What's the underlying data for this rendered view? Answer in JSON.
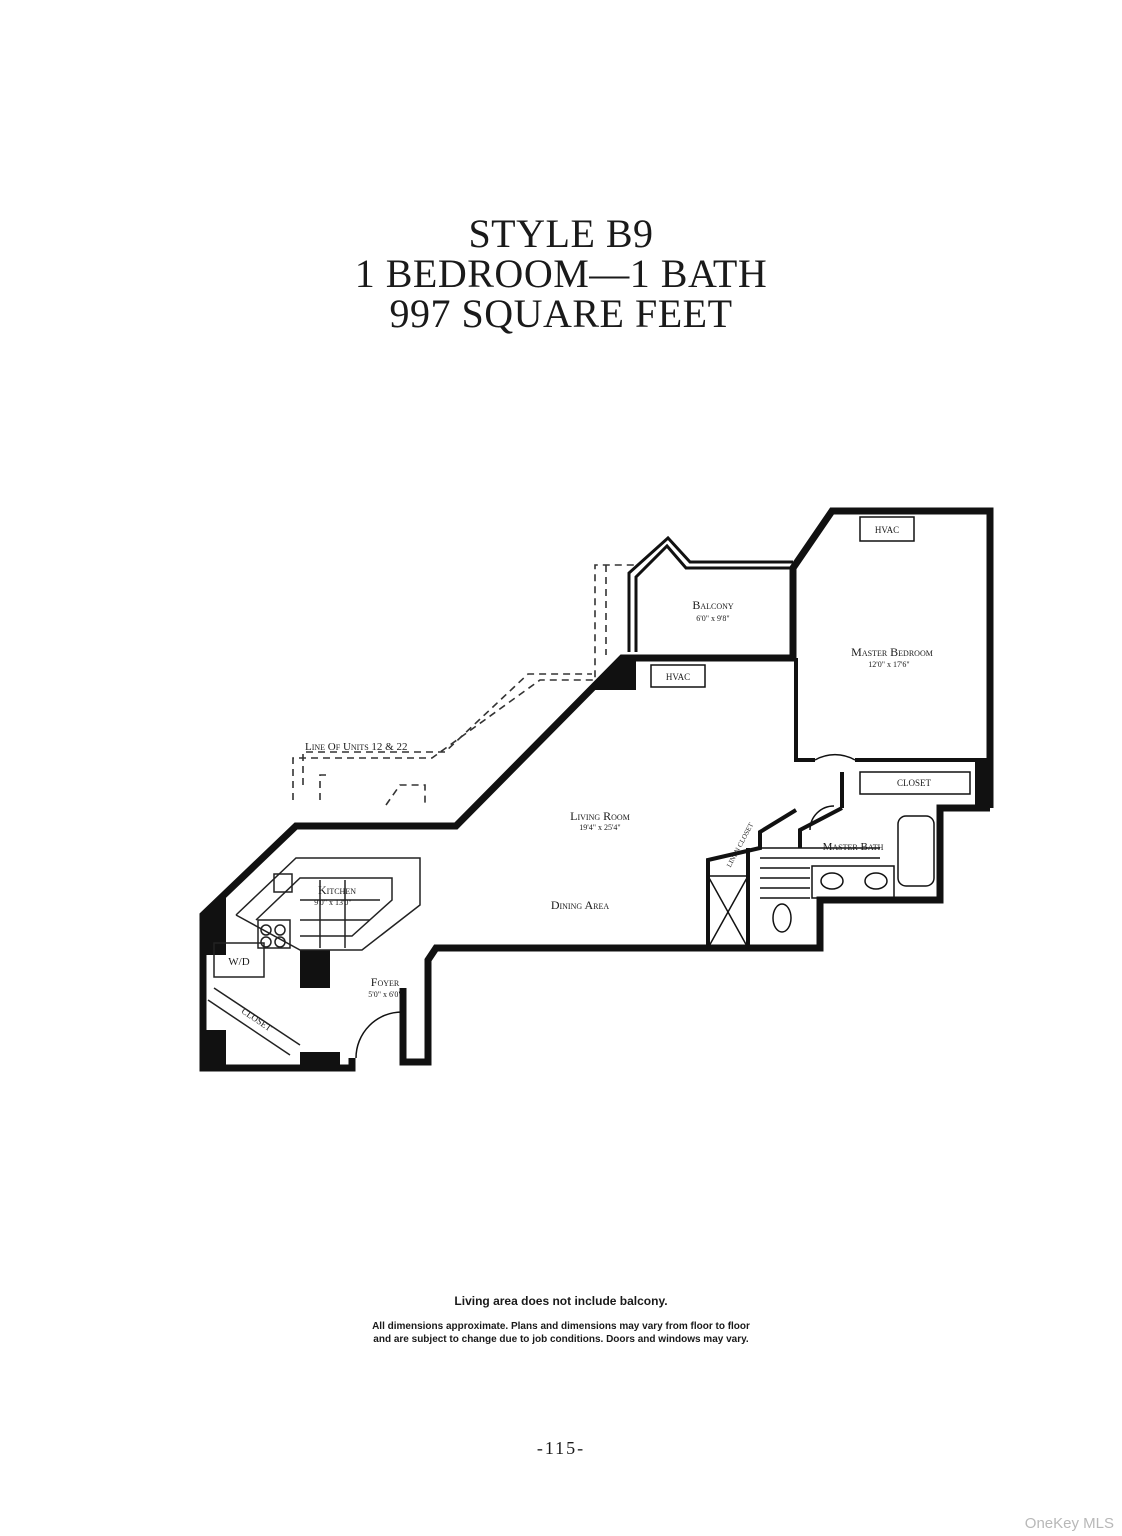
{
  "header": {
    "style": "STYLE B9",
    "rooms": "1 BEDROOM—1 BATH",
    "area": "997 SQUARE FEET"
  },
  "plan": {
    "rooms": {
      "balcony": {
        "name": "Balcony",
        "dims": "6'0\" x 9'8\""
      },
      "master_bedroom": {
        "name": "Master Bedroom",
        "dims": "12'0\" x 17'6\""
      },
      "living_room": {
        "name": "Living Room",
        "dims": "19'4\" x 25'4\""
      },
      "kitchen": {
        "name": "Kitchen",
        "dims": "9'0\" x 13'0\""
      },
      "dining_area": {
        "name": "Dining Area"
      },
      "foyer": {
        "name": "Foyer",
        "dims": "5'0\" x 6'0\""
      },
      "master_bath": {
        "name": "Master Bath"
      }
    },
    "labels": {
      "hvac_top": "HVAC",
      "hvac_living": "HVAC",
      "closet_bedroom": "CLOSET",
      "closet_foyer": "CLOSET",
      "closet_linen": "LINEN CLOSET",
      "wd": "W/D",
      "line_of_units": "Line Of Units 12 & 22"
    }
  },
  "notes": {
    "line1": "Living area does not include balcony.",
    "line2": "All dimensions approximate. Plans and dimensions may vary from floor to floor",
    "line3": "and are subject to change due to job conditions. Doors and windows may vary."
  },
  "page_number": "-115-",
  "watermark": "OneKey MLS"
}
